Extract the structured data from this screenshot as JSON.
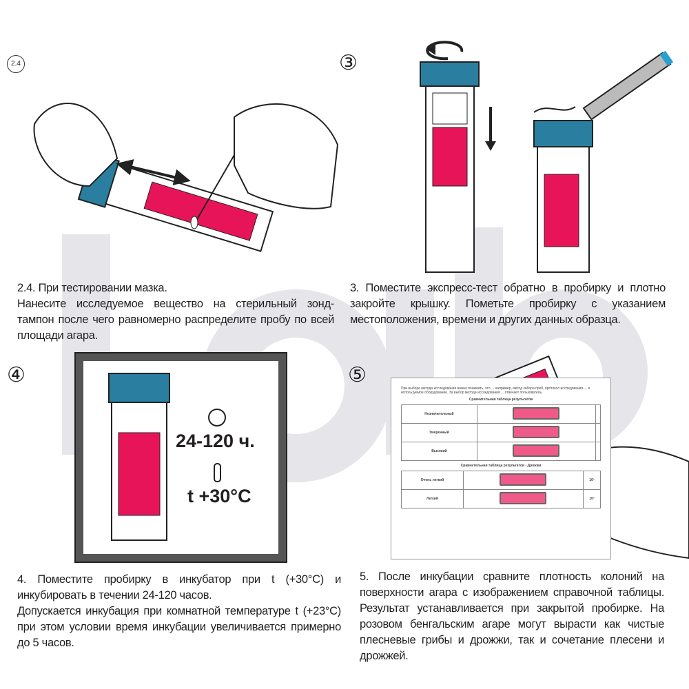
{
  "steps": {
    "s24": {
      "marker": "2.4",
      "title": "2.4. При тестировании мазка.",
      "body": "Нанесите исследуемое вещество на стерильный зонд-тампон после чего равномерно распределите пробу по всей площади агара."
    },
    "s3": {
      "marker": "③",
      "body": "3. Поместите экспресс-тест обратно в пробирку и плотно закройте крышку. Пометьте пробирку с указанием местоположения, времени и других данных образца."
    },
    "s4": {
      "marker": "④",
      "time": "24-120 ч.",
      "temp": "t +30°C",
      "body1": "4. Поместите пробирку в инкубатор при t (+30°C) и инкубировать в течении 24-120 часов.",
      "body2": "Допускается инкубация при комнатной температуре t (+23°C) при этом условии время инкубации увеличивается примерно до 5 часов."
    },
    "s5": {
      "marker": "⑤",
      "body": "5. После инкубации сравните плотность колоний на поверхности агара с изображением справочной таблицы. Результат устанавливается при закрытой пробирке. На розовом бенгальским агаре могут вырасти как чистые плесневые грибы и дрожжи, так и сочетание плесени и дрожжей."
    }
  },
  "reference_doc": {
    "intro": "При выборе метода исследования важно понимать, что ... например, метод забора проб, протокол исследования ... и используемое оборудование. За выбор метода исследования ... отвечает пользователь.",
    "table1_title": "Сравнительная таблица результатов",
    "table1_rows": [
      "Незначительный",
      "Умеренный",
      "Высокий"
    ],
    "table2_title": "Сравнительная таблица результатов - Дрожжи",
    "table2_rows": [
      "Очень легкий",
      "Легкий"
    ],
    "table2_values": [
      "10²",
      "10³"
    ]
  },
  "watermark": "lab",
  "colors": {
    "agar": "#e8145a",
    "cap": "#2a7fa0"
  }
}
